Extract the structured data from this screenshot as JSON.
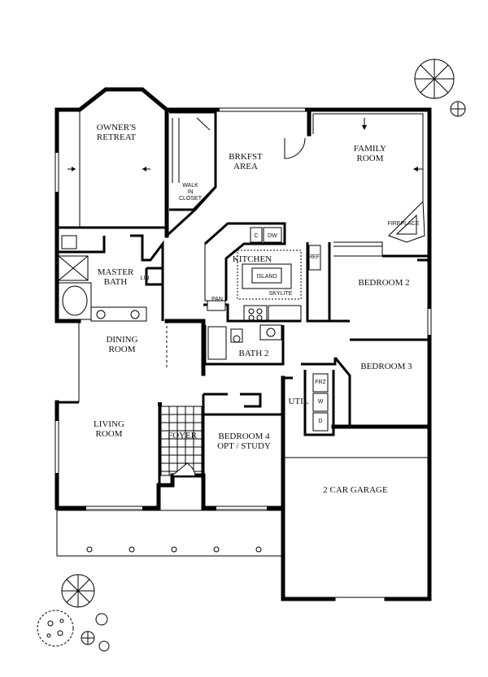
{
  "rooms": {
    "owners_retreat": [
      "OWNER'S",
      "RETREAT"
    ],
    "walk_in_closet": [
      "WALK",
      "IN",
      "CLOSET"
    ],
    "brkfst_area": [
      "BRKFST",
      "AREA"
    ],
    "family_room": [
      "FAMILY",
      "ROOM"
    ],
    "fireplace": "FIREPLACE",
    "master_bath": [
      "MASTER",
      "BATH"
    ],
    "lin": "LIN",
    "kitchen": "KITCHEN",
    "island": "ISLAND",
    "skylite": "SKYLITE",
    "ref": "REF",
    "dw": "DW",
    "c": "C",
    "pan": "PAN",
    "bedroom_2": "BEDROOM 2",
    "dining_room": [
      "DINING",
      "ROOM"
    ],
    "bath_2": "BATH 2",
    "bedroom_3": "BEDROOM 3",
    "util": "UTIL",
    "frz": "FRZ",
    "w": "W",
    "d": "D",
    "living_room": [
      "LIVING",
      "ROOM"
    ],
    "foyer": "FOYER",
    "bedroom_4": [
      "BEDROOM 4",
      "OPT / STUDY"
    ],
    "garage": "2 CAR GARAGE"
  }
}
